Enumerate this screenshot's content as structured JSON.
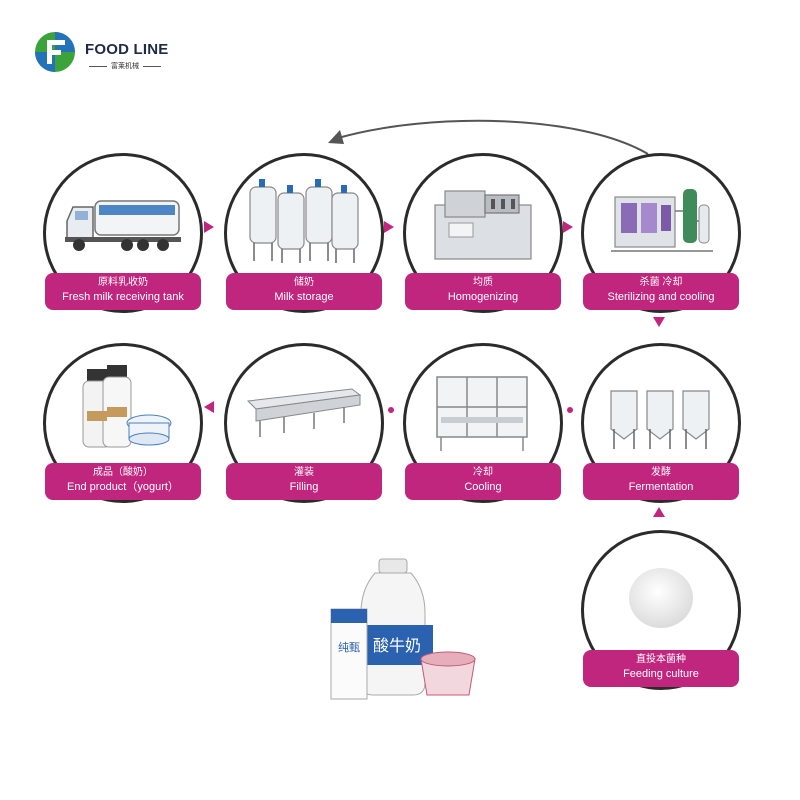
{
  "logo": {
    "name": "FOOD LINE",
    "sub": "富莱机械"
  },
  "steps": [
    {
      "cn": "原料乳收奶",
      "en": "Fresh milk receiving tank"
    },
    {
      "cn": "储奶",
      "en": "Milk storage"
    },
    {
      "cn": "均质",
      "en": "Homogenizing"
    },
    {
      "cn": "杀菌 冷却",
      "en": "Sterilizing and cooling"
    },
    {
      "cn": "成品（酸奶）",
      "en": "End product（yogurt）"
    },
    {
      "cn": "灌装",
      "en": "Filling"
    },
    {
      "cn": "冷却",
      "en": "Cooling"
    },
    {
      "cn": "发酵",
      "en": "Fermentation"
    },
    {
      "cn": "直投本菌种",
      "en": "Feeding culture"
    }
  ],
  "products": {
    "carton_text": "纯甄",
    "bottle_text": "酸牛奶"
  },
  "colors": {
    "accent": "#c0267d",
    "logo_green": "#3aa43a",
    "logo_blue": "#2472b8"
  }
}
